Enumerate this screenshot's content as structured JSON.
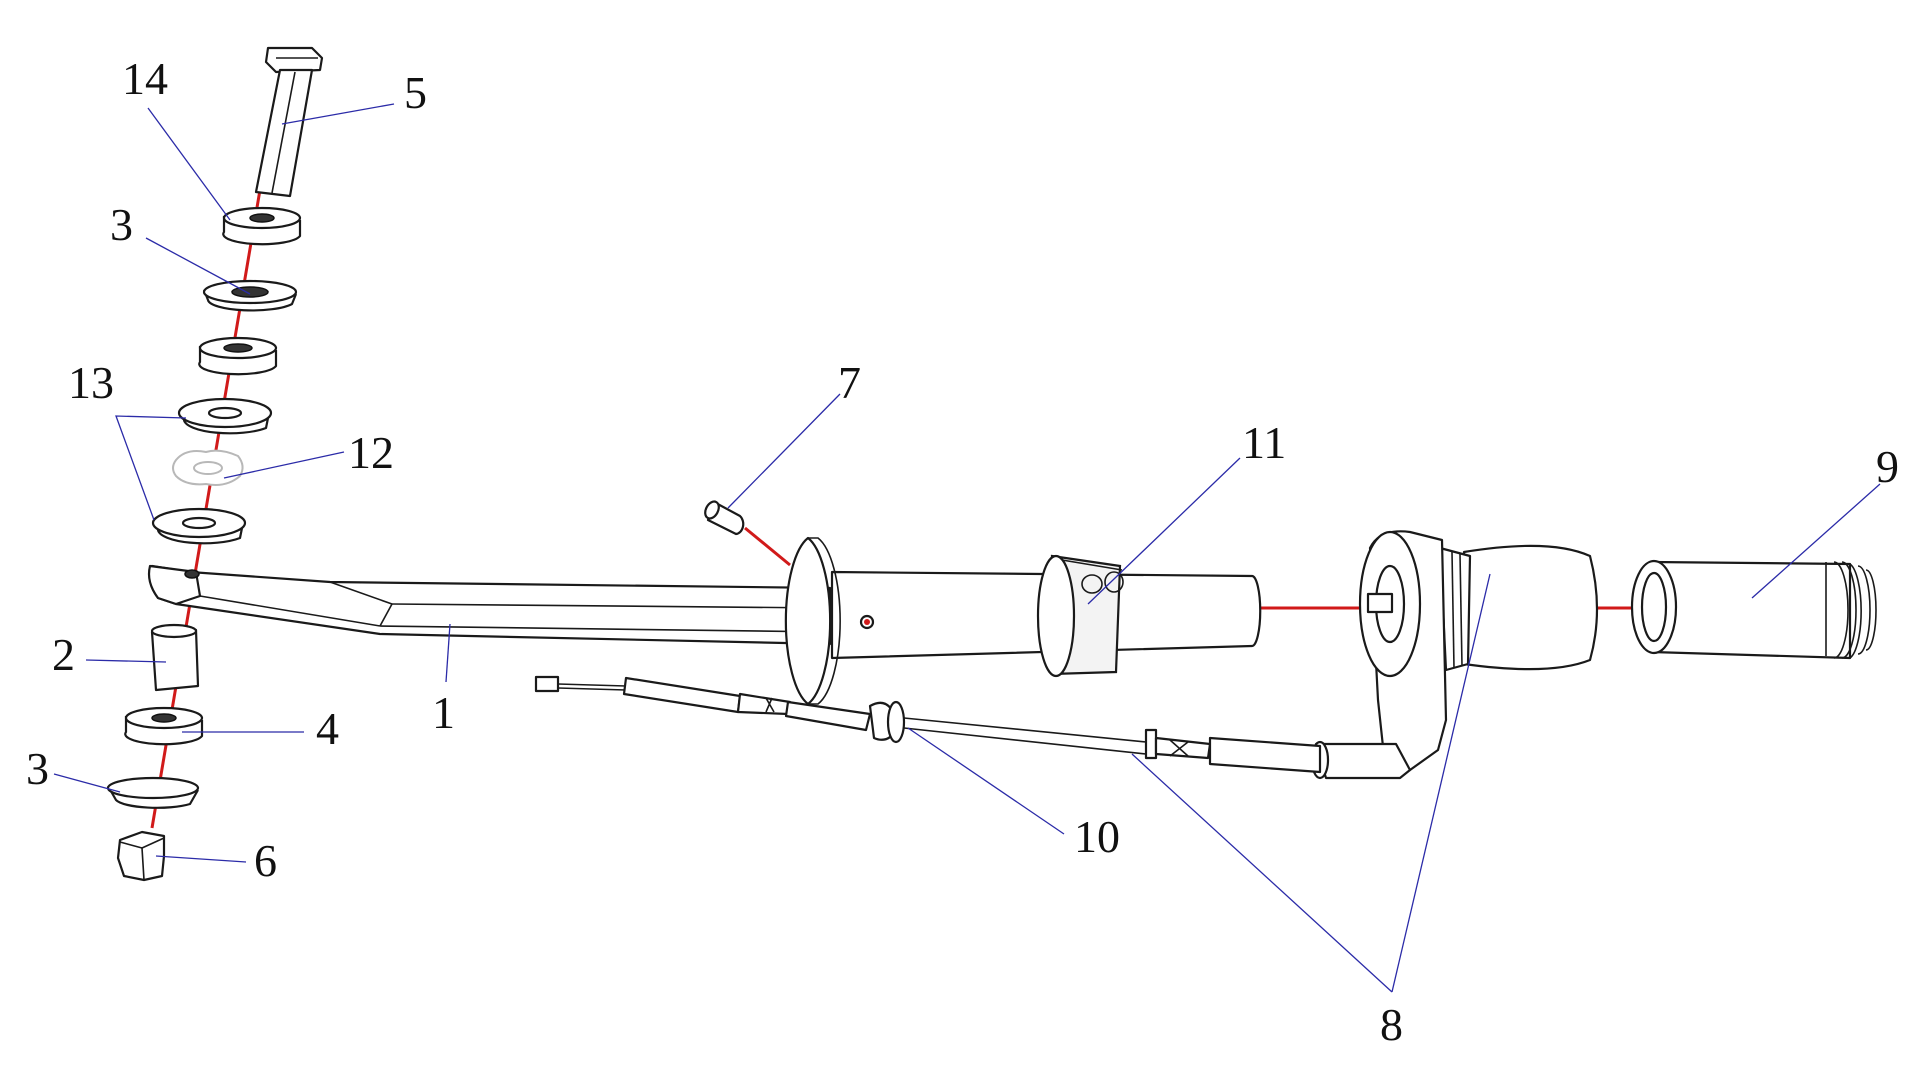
{
  "colors": {
    "axis_line": "#d11a1a",
    "leader_line": "#2b2ba8",
    "part_outline": "#1a1a1a"
  },
  "callouts": {
    "c1": "1",
    "c2": "2",
    "c3a": "3",
    "c3b": "3",
    "c4": "4",
    "c5": "5",
    "c6": "6",
    "c7": "7",
    "c8": "8",
    "c9": "9",
    "c10": "10",
    "c11": "11",
    "c12": "12",
    "c13": "13",
    "c14": "14"
  }
}
